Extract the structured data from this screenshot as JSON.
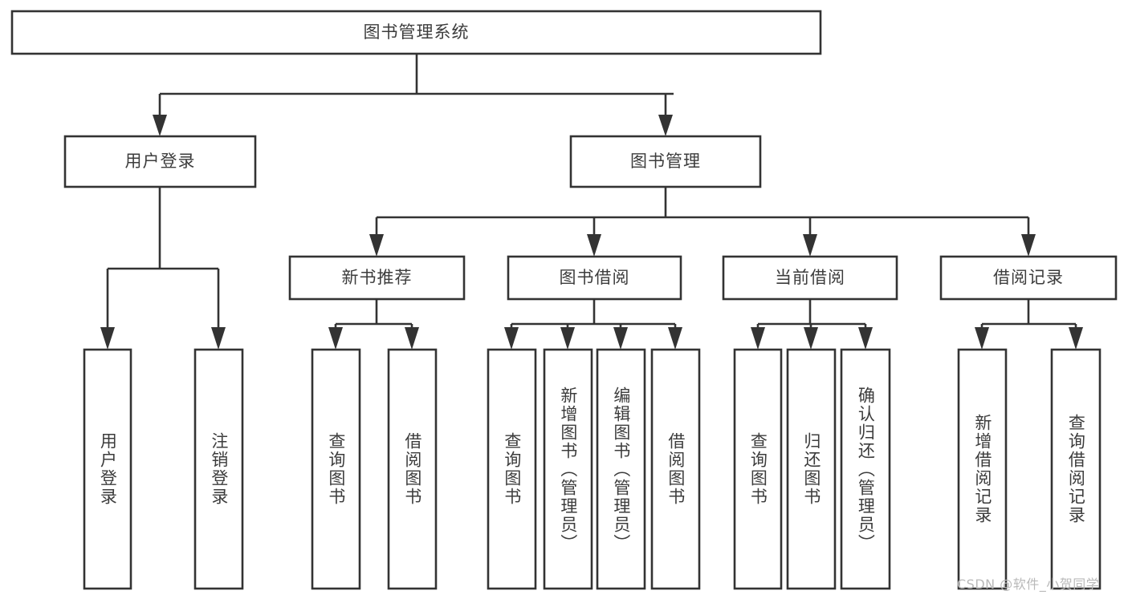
{
  "diagram": {
    "type": "tree-hierarchy-chart",
    "title": "图书管理系统",
    "root": {
      "label": "图书管理系统",
      "orientation": "horizontal"
    },
    "level2": [
      {
        "label": "用户登录",
        "orientation": "horizontal"
      },
      {
        "label": "图书管理",
        "orientation": "horizontal"
      }
    ],
    "level3": [
      {
        "label": "新书推荐",
        "orientation": "horizontal"
      },
      {
        "label": "图书借阅",
        "orientation": "horizontal"
      },
      {
        "label": "当前借阅",
        "orientation": "horizontal"
      },
      {
        "label": "借阅记录",
        "orientation": "horizontal"
      }
    ],
    "leaves": {
      "user_login": [
        {
          "label": "用户登录",
          "orientation": "vertical"
        },
        {
          "label": "注销登录",
          "orientation": "vertical"
        }
      ],
      "new_book_recommend": [
        {
          "label": "查询图书",
          "orientation": "vertical"
        },
        {
          "label": "借阅图书",
          "orientation": "vertical"
        }
      ],
      "book_borrow": [
        {
          "label": "查询图书",
          "orientation": "vertical"
        },
        {
          "label": "新增图书（管理员）",
          "orientation": "vertical"
        },
        {
          "label": "编辑图书（管理员）",
          "orientation": "vertical"
        },
        {
          "label": "借阅图书",
          "orientation": "vertical"
        }
      ],
      "current_borrow": [
        {
          "label": "查询图书",
          "orientation": "vertical"
        },
        {
          "label": "归还图书",
          "orientation": "vertical"
        },
        {
          "label": "确认归还（管理员）",
          "orientation": "vertical"
        }
      ],
      "borrow_record": [
        {
          "label": "新增借阅记录",
          "orientation": "vertical"
        },
        {
          "label": "查询借阅记录",
          "orientation": "vertical"
        }
      ]
    },
    "watermark": "CSDN @软件_小贺同学",
    "colors": {
      "stroke": "#333333",
      "box_fill": "#ffffff",
      "text": "#3c3c3c",
      "watermark": "#b9b9b9",
      "background": "#ffffff"
    }
  }
}
